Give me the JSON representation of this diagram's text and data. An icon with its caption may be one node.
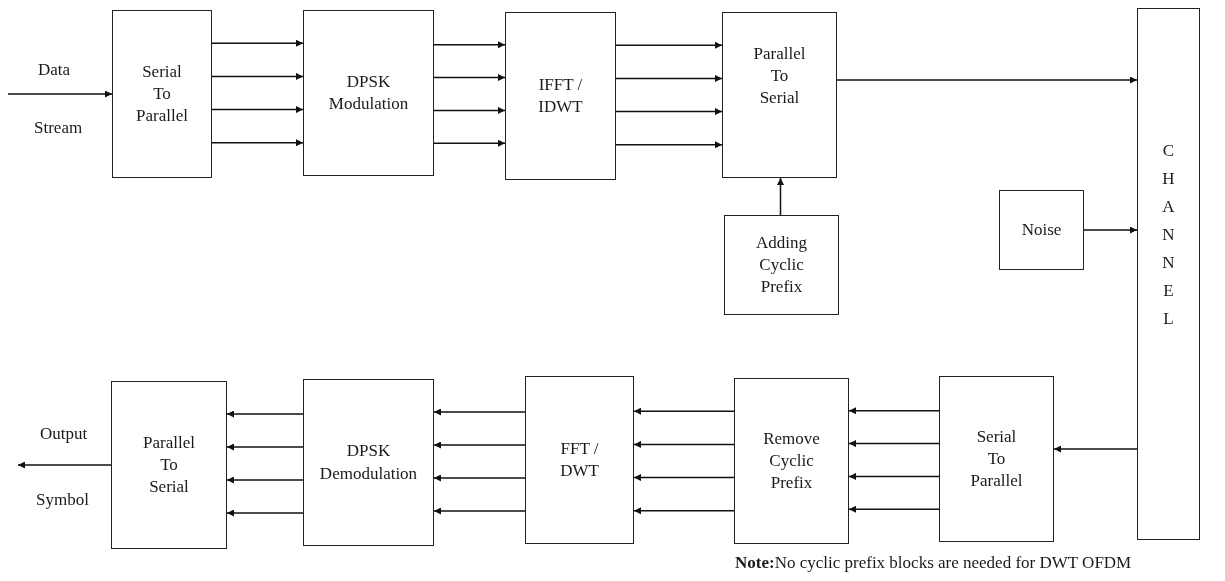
{
  "diagram": {
    "nodes": [
      {
        "text": [
          "Serial To Parallel"
        ]
      },
      {
        "text": [
          "DPSK Modulation"
        ]
      },
      {
        "text": [
          "IFFT / IDWT"
        ]
      },
      {
        "text": [
          "Parallel To Serial"
        ]
      },
      {
        "text": [
          "Adding Cyclic Prefix"
        ]
      },
      {
        "text": [
          "Noise"
        ]
      },
      {
        "text": [
          "CHANNEL"
        ]
      },
      {
        "text": [
          "Serial To Parallel"
        ]
      },
      {
        "text": [
          "Remove Cyclic Prefix"
        ]
      },
      {
        "text": [
          "FFT / DWT"
        ]
      },
      {
        "text": [
          "DPSK Demodulation"
        ]
      },
      {
        "text": [
          "Parallel To Serial"
        ]
      }
    ],
    "edges": [
      {
        "from": null,
        "to": 0,
        "arrow": "to"
      },
      {
        "from": 0,
        "to": 1,
        "arrow": "to"
      },
      {
        "from": 0,
        "to": 1,
        "arrow": "to"
      },
      {
        "from": 0,
        "to": 1,
        "arrow": "to"
      },
      {
        "from": 0,
        "to": 1,
        "arrow": "to"
      },
      {
        "from": 1,
        "to": 2,
        "arrow": "to"
      },
      {
        "from": 1,
        "to": 2,
        "arrow": "to"
      },
      {
        "from": 1,
        "to": 2,
        "arrow": "to"
      },
      {
        "from": 1,
        "to": 2,
        "arrow": "to"
      },
      {
        "from": 2,
        "to": 3,
        "arrow": "to"
      },
      {
        "from": 2,
        "to": 3,
        "arrow": "to"
      },
      {
        "from": 2,
        "to": 3,
        "arrow": "to"
      },
      {
        "from": 2,
        "to": 3,
        "arrow": "to"
      },
      {
        "from": 4,
        "to": 3,
        "arrow": "to"
      },
      {
        "from": 3,
        "to": 6,
        "arrow": "to"
      },
      {
        "from": 5,
        "to": 6,
        "arrow": "to"
      },
      {
        "from": 6,
        "to": 7,
        "arrow": "to"
      },
      {
        "from": 7,
        "to": 8,
        "arrow": "to"
      },
      {
        "from": 7,
        "to": 8,
        "arrow": "to"
      },
      {
        "from": 7,
        "to": 8,
        "arrow": "to"
      },
      {
        "from": 7,
        "to": 8,
        "arrow": "to"
      },
      {
        "from": 8,
        "to": 9,
        "arrow": "to"
      },
      {
        "from": 8,
        "to": 9,
        "arrow": "to"
      },
      {
        "from": 8,
        "to": 9,
        "arrow": "to"
      },
      {
        "from": 8,
        "to": 9,
        "arrow": "to"
      },
      {
        "from": 9,
        "to": 10,
        "arrow": "to"
      },
      {
        "from": 9,
        "to": 10,
        "arrow": "to"
      },
      {
        "from": 9,
        "to": 10,
        "arrow": "to"
      },
      {
        "from": 9,
        "to": 10,
        "arrow": "to"
      },
      {
        "from": 10,
        "to": 11,
        "arrow": "to"
      },
      {
        "from": 10,
        "to": 11,
        "arrow": "to"
      },
      {
        "from": 10,
        "to": 11,
        "arrow": "to"
      },
      {
        "from": 10,
        "to": 11,
        "arrow": "to"
      },
      {
        "from": 11,
        "to": null,
        "arrow": "to"
      }
    ],
    "labels": [
      "Data",
      "Stream",
      "Output",
      "Symbol",
      "**Note:**No cyclic prefix blocks are needed for DWT OFDM"
    ]
  }
}
